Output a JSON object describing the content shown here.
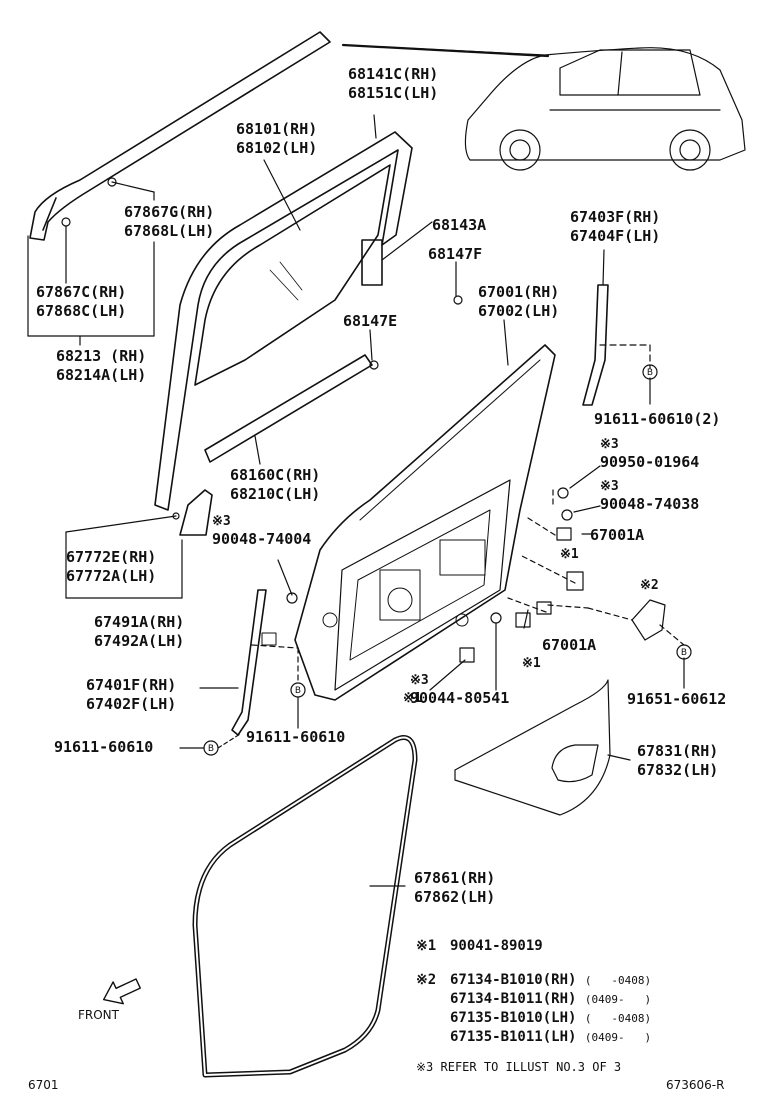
{
  "labels": {
    "p68141": [
      "68141C(RH)",
      "68151C(LH)"
    ],
    "p68101": [
      "68101(RH)",
      "68102(LH)"
    ],
    "p67867g": [
      "67867G(RH)",
      "67868L(LH)"
    ],
    "p68143": [
      "68143A"
    ],
    "p68147f": [
      "68147F"
    ],
    "p67403": [
      "67403F(RH)",
      "67404F(LH)"
    ],
    "p67867c": [
      "67867C(RH)",
      "67868C(LH)"
    ],
    "p67001": [
      "67001(RH)",
      "67002(LH)"
    ],
    "p68147e": [
      "68147E"
    ],
    "p68213": [
      "68213 (RH)",
      "68214A(LH)"
    ],
    "p91611_2": [
      "91611-60610(2)"
    ],
    "p90950": [
      "※3",
      "90950-01964"
    ],
    "p68160": [
      "68160C(RH)",
      "68210C(LH)"
    ],
    "p90048_38": [
      "※3",
      "90048-74038"
    ],
    "p90048_04": [
      "※3",
      "90048-74004"
    ],
    "p67001a_1": [
      "67001A"
    ],
    "p67772": [
      "67772E(RH)",
      "67772A(LH)"
    ],
    "m1a": [
      "※1"
    ],
    "m2": [
      "※2"
    ],
    "p67491": [
      "67491A(RH)",
      "67492A(LH)"
    ],
    "p67001a_2": [
      "67001A"
    ],
    "m1b": [
      "※1"
    ],
    "p67401": [
      "67401F(RH)",
      "67402F(LH)"
    ],
    "p90044": [
      "※3",
      "90044-80541"
    ],
    "m1c": [
      "※1"
    ],
    "p91651": [
      "91651-60612"
    ],
    "p91611_l": [
      "91611-60610"
    ],
    "p91611_m": [
      "91611-60610"
    ],
    "p67831": [
      "67831(RH)",
      "67832(LH)"
    ],
    "p67861": [
      "67861(RH)",
      "67862(LH)"
    ]
  },
  "notes": {
    "n1": {
      "mark": "※1",
      "text": "90041-89019"
    },
    "n2": [
      {
        "mark": "※2",
        "part": "67134-B1010(RH)",
        "range": "(   -0408)"
      },
      {
        "mark": "",
        "part": "67134-B1011(RH)",
        "range": "(0409-   )"
      },
      {
        "mark": "",
        "part": "67135-B1010(LH)",
        "range": "(   -0408)"
      },
      {
        "mark": "",
        "part": "67135-B1011(LH)",
        "range": "(0409-   )"
      }
    ],
    "n3": "※3 REFER TO ILLUST NO.3 OF 3"
  },
  "front_label": "FRONT",
  "b_mark": "B",
  "footer": {
    "left": "6701",
    "right": "673606-R"
  }
}
